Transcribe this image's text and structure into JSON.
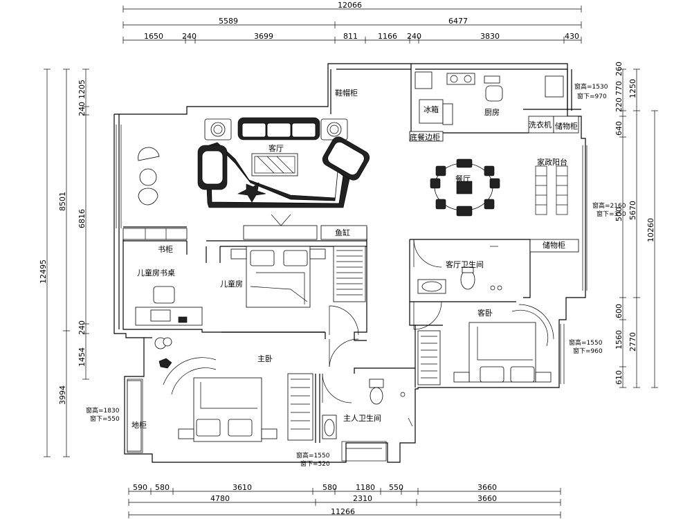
{
  "dimensions": {
    "top_total": "12066",
    "top_mid": [
      "5589",
      "6477"
    ],
    "top_detail": [
      "1650",
      "240",
      "3699",
      "811",
      "1166",
      "240",
      "3830",
      "430"
    ],
    "bottom_detail": [
      "590",
      "580",
      "3610",
      "580",
      "1180",
      "550",
      "3660"
    ],
    "bottom_mid": [
      "4780",
      "2310",
      "3660"
    ],
    "bottom_total": "11266",
    "left_total": "12495",
    "left_mid": [
      "8501",
      "3994"
    ],
    "left_detail": [
      "1205",
      "240",
      "6816",
      "240",
      "1454"
    ],
    "right_total": "10260",
    "right_mid": [
      "1250",
      "5670",
      "2770"
    ],
    "right_detail": [
      "260",
      "770",
      "220",
      "640",
      "500",
      "600",
      "1560",
      "610"
    ]
  },
  "rooms": {
    "living": "客厅",
    "kitchen": "厨房",
    "dining": "餐厅",
    "utility_balcony": "家政阳台",
    "children_room": "儿童房",
    "children_desk": "儿童房书桌",
    "master_bedroom": "主卧",
    "guest_bedroom": "客卧",
    "living_bathroom": "客厅卫生间",
    "master_bathroom": "主人卫生间"
  },
  "fixtures": {
    "shoe_cabinet": "鞋帽柜",
    "fridge": "冰箱",
    "dining_sideboard": "底餐边柜",
    "washer": "洗衣机",
    "storage_top": "储物柜",
    "storage_mid": "储物柜",
    "bookcase": "书柜",
    "fish_tank": "鱼缸",
    "floor_cabinet": "地柜"
  },
  "windows": {
    "kitchen": [
      "窗高=1530",
      "窗下=970"
    ],
    "balcony": [
      "窗高=2160",
      "窗下=350"
    ],
    "guest": [
      "窗高=1550",
      "窗下=960"
    ],
    "master_left": [
      "窗高=1830",
      "窗下=550"
    ],
    "master_bath": [
      "窗高=1550",
      "窗下=520"
    ]
  }
}
